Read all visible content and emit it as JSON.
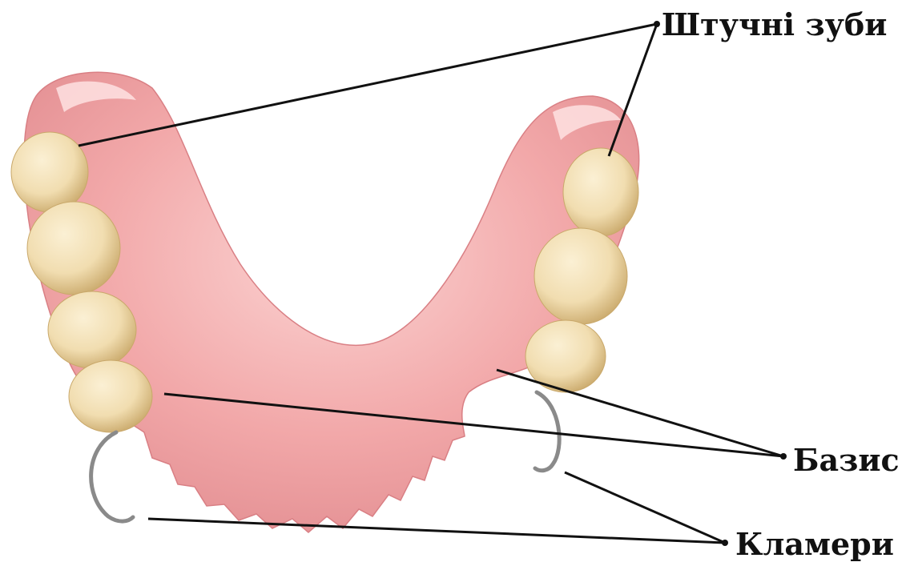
{
  "labels": {
    "teeth": "Штучні зуби",
    "base": "Базис",
    "clasps": "Кламери"
  },
  "colors": {
    "gum": "#f2a8a9",
    "gum_dark": "#e08a8e",
    "gum_light": "#fbd3d2",
    "tooth": "#f1ddb0",
    "tooth_shadow": "#c9a86a",
    "clasp": "#8a8a8a",
    "line": "#111111"
  }
}
